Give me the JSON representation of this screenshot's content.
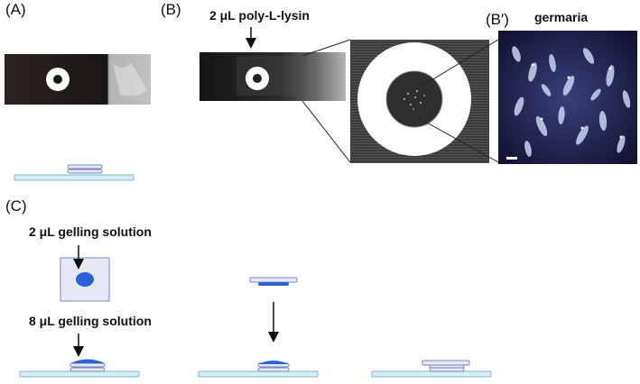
{
  "panels": {
    "a": "(A)",
    "b": "(B)",
    "b_prime": "(B′)",
    "c": "(C)"
  },
  "annotations": {
    "poly_lysine": "2 μL poly-L-lysin",
    "germaria": "germaria",
    "gelling_2ul": "2 μL gelling solution",
    "gelling_8ul": "8 μL gelling solution"
  },
  "colors": {
    "slide_fill": "#d7eef6",
    "slide_stroke": "#7fb7cf",
    "coverslip_fill": "#e6e8f6",
    "coverslip_stroke": "#7b86c2",
    "gel_blue": "#2b63d6",
    "photo_dark": "#1a1714",
    "ring_white": "#ffffff",
    "germaria_bg": "#15163a",
    "arrow": "#111111"
  },
  "icons": {
    "arrow_down": "arrow-down-icon",
    "scale_bar": "scale-bar-icon"
  }
}
